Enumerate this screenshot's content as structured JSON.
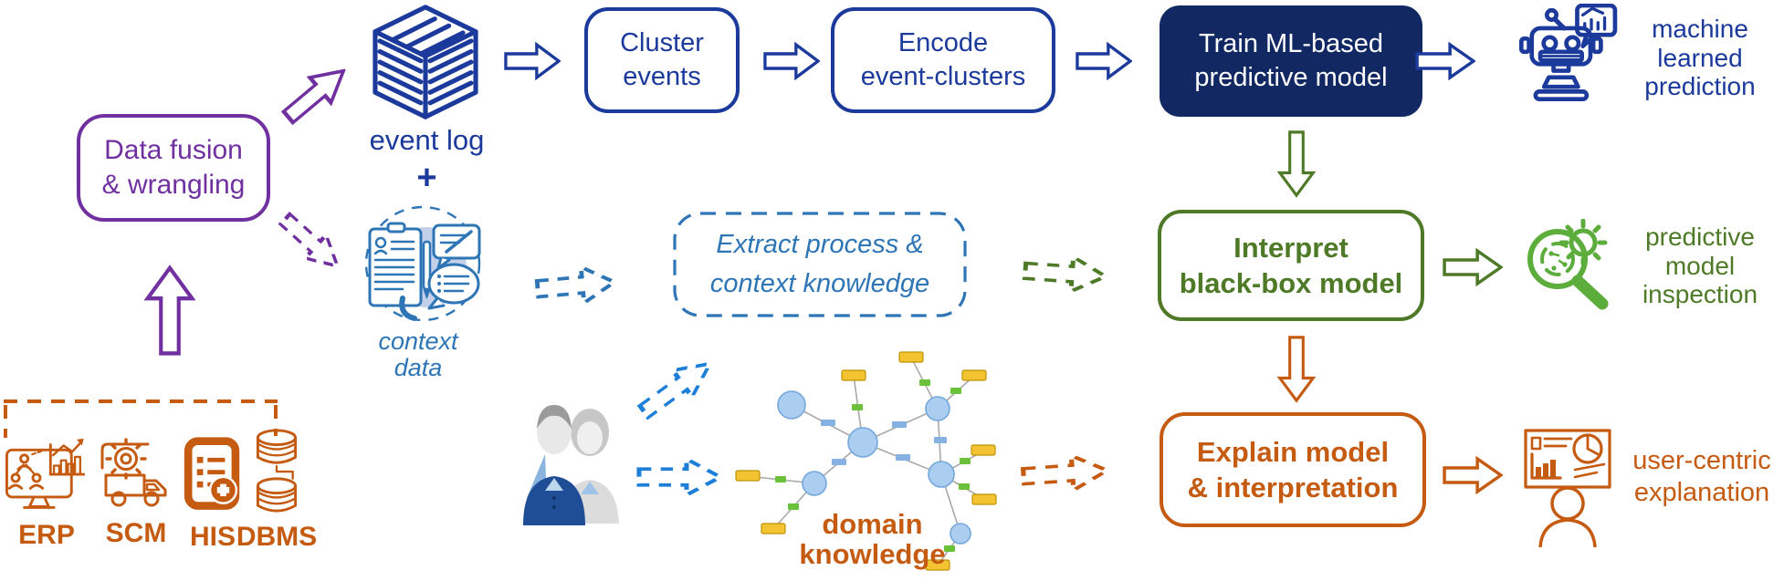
{
  "colors": {
    "purple": "#7030A0",
    "blue": "#1b3a9b",
    "navy": "#112863",
    "steel": "#2E75B6",
    "bright": "#1e7fd8",
    "green": "#4e7a27",
    "lightgreen": "#5cad3c",
    "orange": "#C55A11"
  },
  "texts": {
    "data_fusion": [
      "Data fusion",
      "& wrangling"
    ],
    "event_log": "event log",
    "plus": "+",
    "cluster": [
      "Cluster",
      "events"
    ],
    "encode": [
      "Encode",
      "event-clusters"
    ],
    "train": [
      "Train ML-based",
      "predictive model"
    ],
    "machine": [
      "machine",
      "learned",
      "prediction"
    ],
    "context": [
      "context",
      "data"
    ],
    "extract": [
      "Extract process &",
      "context knowledge"
    ],
    "interpret": [
      "Interpret",
      "black-box model"
    ],
    "inspection": [
      "predictive",
      "model",
      "inspection"
    ],
    "explain": [
      "Explain model",
      "& interpretation"
    ],
    "user": [
      "user-centric",
      "explanation"
    ],
    "domain": [
      "domain",
      "knowledge"
    ]
  },
  "data_sources": [
    {
      "label": "ERP"
    },
    {
      "label": "SCM"
    },
    {
      "label": "HIS"
    },
    {
      "label": "DBMS"
    }
  ]
}
